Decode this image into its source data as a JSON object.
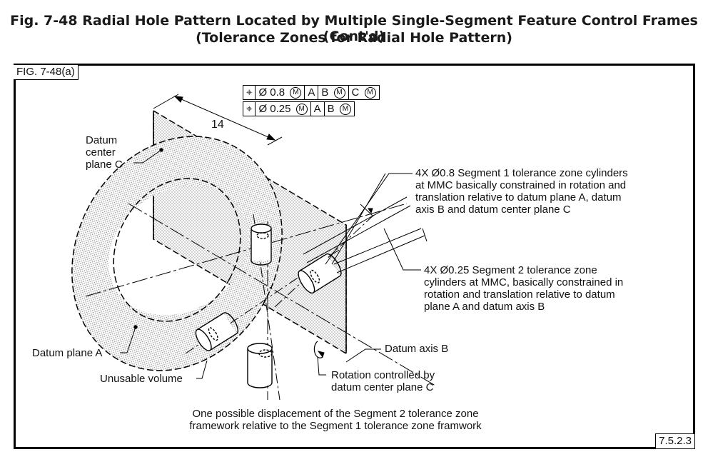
{
  "title": {
    "line1": "Fig. 7-48    Radial Hole Pattern Located by Multiple Single-Segment Feature Control Frames (Cont'd)",
    "line2": "(Tolerance Zones for Radial Hole Pattern)"
  },
  "figure_tag": "FIG. 7-48(a)",
  "paragraph_ref": "7.5.2.3",
  "fcf": {
    "row1": {
      "symbol": "⌖",
      "tolerance": "Ø 0.8",
      "modifier": "M",
      "datum_a": "A",
      "datum_b": "B",
      "datum_b_mod": "M",
      "datum_c": "C",
      "datum_c_mod": "M"
    },
    "row2": {
      "symbol": "⌖",
      "tolerance": "Ø 0.25",
      "modifier": "M",
      "datum_a": "A",
      "datum_b": "B",
      "datum_b_mod": "M"
    }
  },
  "labels": {
    "dimension": "14",
    "datum_center_plane": "Datum\ncenter\nplane C",
    "segment1_note": "4X Ø0.8 Segment 1 tolerance zone cylinders\nat MMC basically constrained in rotation and\ntranslation relative to datum plane A, datum\naxis B and datum center plane C",
    "segment2_note": "4X Ø0.25 Segment 2 tolerance zone\ncylinders at MMC, basically constrained in\nrotation and translation relative to datum\nplane A and datum axis B",
    "datum_axis_b": "Datum axis B",
    "datum_plane_a": "Datum plane A",
    "unusable_volume": "Unusable volume",
    "rotation_note": "Rotation controlled by\ndatum center plane C",
    "displacement_note": "One possible displacement of the Segment 2 tolerance zone\nframework relative to the Segment 1 tolerance zone framwork"
  }
}
